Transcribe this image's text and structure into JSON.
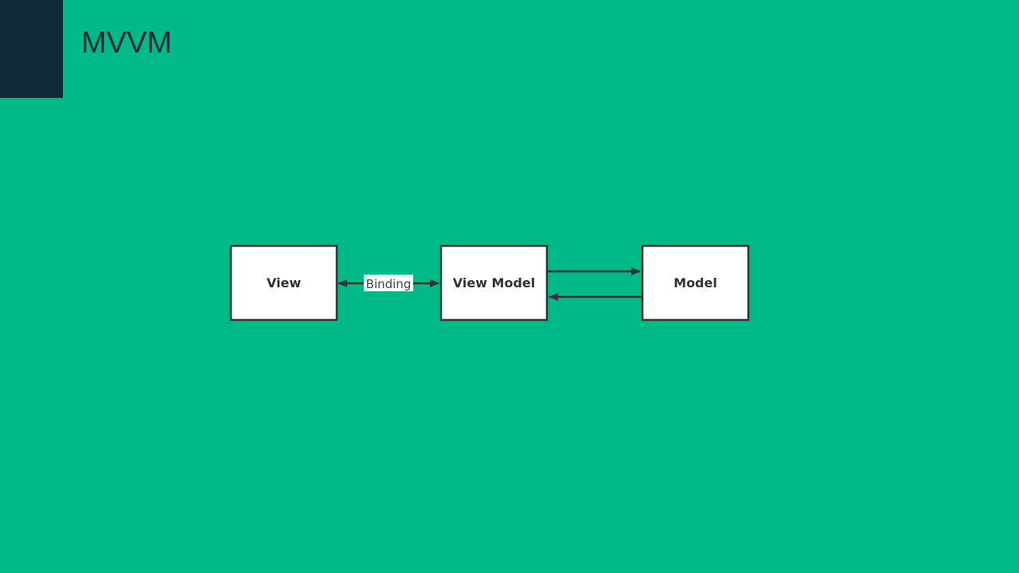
{
  "slide": {
    "title": "MVVM"
  },
  "colors": {
    "background": "#00b988",
    "accent": "#0f2b3a",
    "node_fill": "#ffffff",
    "node_stroke": "#333333"
  },
  "diagram": {
    "nodes": {
      "view": "View",
      "view_model": "View Model",
      "model": "Model"
    },
    "edges": {
      "view_viewmodel": "Binding"
    }
  }
}
